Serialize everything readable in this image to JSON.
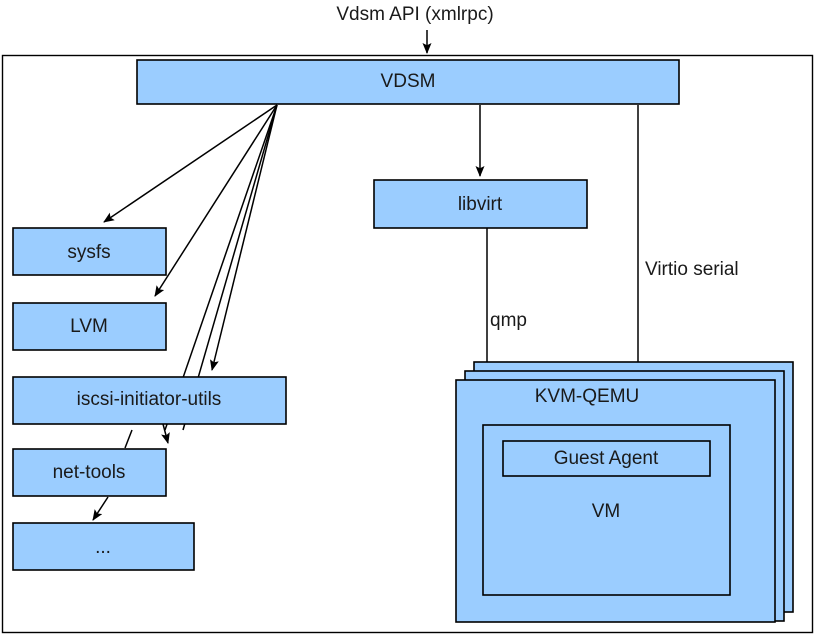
{
  "diagram": {
    "title": "Vdsm API (xmlrpc)",
    "fill_color": "#9BCDFF",
    "stroke_color": "#000000",
    "background_color": "#FFFFFF",
    "nodes": {
      "vdsm": "VDSM",
      "sysfs": "sysfs",
      "lvm": "LVM",
      "iscsi": "iscsi-initiator-utils",
      "nettools": "net-tools",
      "ellipsis": "...",
      "libvirt": "libvirt",
      "kvm_qemu": "KVM-QEMU",
      "vm": "VM",
      "guest_agent": "Guest Agent"
    },
    "edge_labels": {
      "qmp": "qmp",
      "virtio_serial": "Virtio serial"
    }
  }
}
